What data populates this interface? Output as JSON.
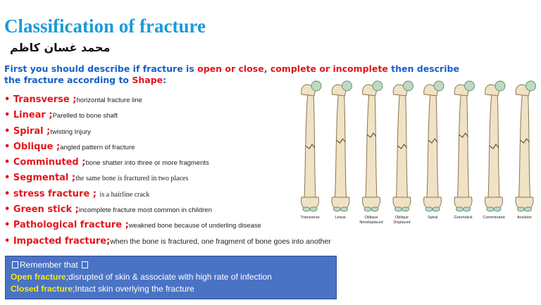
{
  "slide": {
    "title": "Classification of fracture",
    "author": "محمد غسان كاظم",
    "intro": {
      "p1": "First you should describe if fracture is ",
      "open_close": "open or close",
      "p2": ", ",
      "complete": "complete or incomplete",
      "p3": " then describe the fracture according to ",
      "shape": "Shape",
      "p4": ":"
    },
    "types": [
      {
        "term": "Transverse",
        "sep": " ;",
        "desc": "horizontal fracture line"
      },
      {
        "term": "Linear",
        "sep": " ;",
        "desc": "Parelled to bone shaft"
      },
      {
        "term": "Spiral",
        "sep": " ;",
        "desc": "twisting Injury"
      },
      {
        "term": "Oblique",
        "sep": " ;",
        "desc": "angled pattern of fracture"
      },
      {
        "term": "Comminuted",
        "sep": " ;",
        "desc": "bone shatter into three or more fragments"
      },
      {
        "term": "Segmental",
        "sep": "  ;",
        "desc": "the same bone is fractured in two places"
      },
      {
        "term": "stress fracture",
        "sep": " ;  ",
        "desc": "is a hairline crack"
      },
      {
        "term": "Green stick",
        "sep": " ;",
        "desc": "incomplete fracture most common in children"
      },
      {
        "term": "Pathological fracture",
        "sep": " ;",
        "desc": "weakned bone because of underling disease"
      },
      {
        "term": "Impacted fracture",
        "sep": ";",
        "desc": "when the bone is fractured, one fragment of bone goes into another"
      }
    ],
    "figure_labels": [
      "Transverse",
      "Linear",
      "Oblique Nondisplaced",
      "Oblique Displaced",
      "Spiral",
      "Greenstick",
      "Comminuted",
      "Avulsion"
    ],
    "callout": {
      "heading": "Remember that",
      "open_label": "Open fracture",
      "open_desc": ";disrupted of skin & associate with high rate of infection",
      "closed_label": "Closed fracture",
      "closed_desc": ";Intact skin overlying the fracture"
    },
    "colors": {
      "title": "#1a9ad7",
      "accent_red": "#e3161b",
      "intro_blue": "#1560c9",
      "callout_bg": "#4a73c4",
      "callout_highlight": "#f5e81c"
    }
  }
}
